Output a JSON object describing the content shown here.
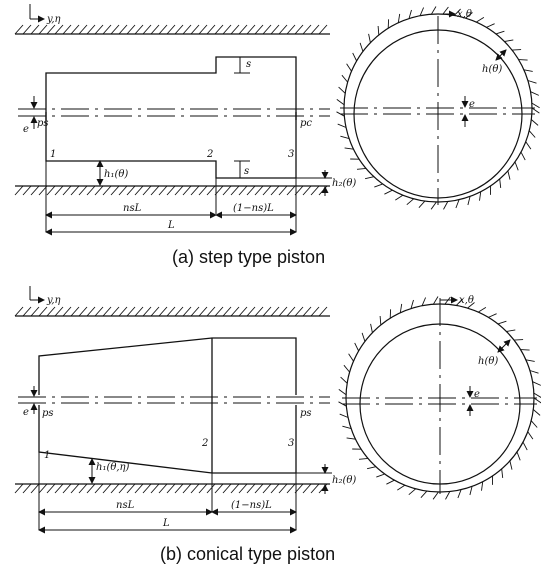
{
  "diagram_a": {
    "axis_y": "y,η",
    "axis_x": "x,θ",
    "step": "s",
    "step_lower": "s",
    "h_theta": "h(θ)",
    "e": "e",
    "e_right": "e",
    "ps": "ps",
    "pc": "pc",
    "h1": "h₁(θ)",
    "h2": "h₂(θ)",
    "pt1": "1",
    "pt2": "2",
    "pt3": "3",
    "dim_ns": "nsL",
    "dim_rest": "(1−ns)L",
    "dim_L": "L",
    "caption": "(a) step type piston"
  },
  "diagram_b": {
    "axis_y": "y,η",
    "axis_x": "x,θ",
    "h_theta": "h(θ)",
    "e": "e",
    "e_right": "e",
    "ps": "ps",
    "pc": "ps",
    "h1": "h₁(θ,η)",
    "h2": "h₂(θ)",
    "pt1": "1",
    "pt2": "2",
    "pt3": "3",
    "dim_ns": "nsL",
    "dim_rest": "(1−ns)L",
    "dim_L": "L",
    "caption": "(b) conical type piston"
  }
}
